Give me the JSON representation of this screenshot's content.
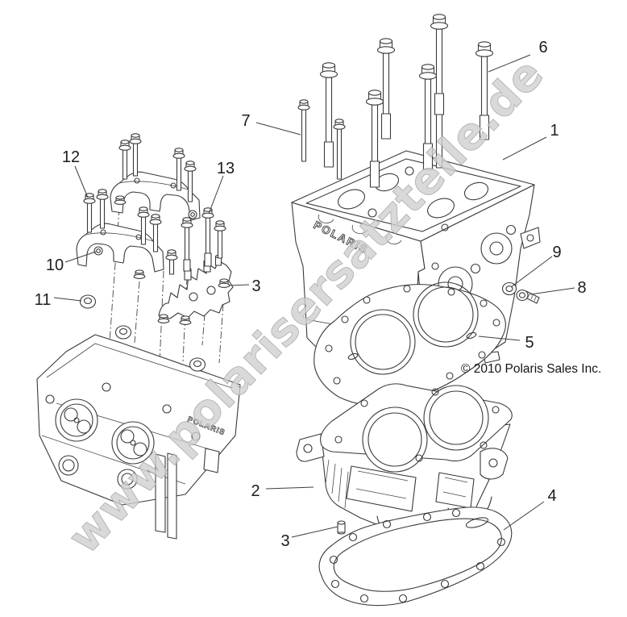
{
  "diagram": {
    "watermark": "www.polarisersatzteile.de",
    "copyright": "© 2010 Polaris Sales Inc.",
    "brand_text": "POLARIS",
    "colors": {
      "background": "#ffffff",
      "line": "#3a3a3a",
      "watermark": "#d0d0d0",
      "callout_text": "#1d1d1d"
    },
    "callouts": [
      {
        "label": "1"
      },
      {
        "label": "2"
      },
      {
        "label": "3"
      },
      {
        "label": "3"
      },
      {
        "label": "4"
      },
      {
        "label": "5"
      },
      {
        "label": "6"
      },
      {
        "label": "7"
      },
      {
        "label": "8"
      },
      {
        "label": "9"
      },
      {
        "label": "10"
      },
      {
        "label": "11"
      },
      {
        "label": "12"
      },
      {
        "label": "13"
      }
    ]
  }
}
